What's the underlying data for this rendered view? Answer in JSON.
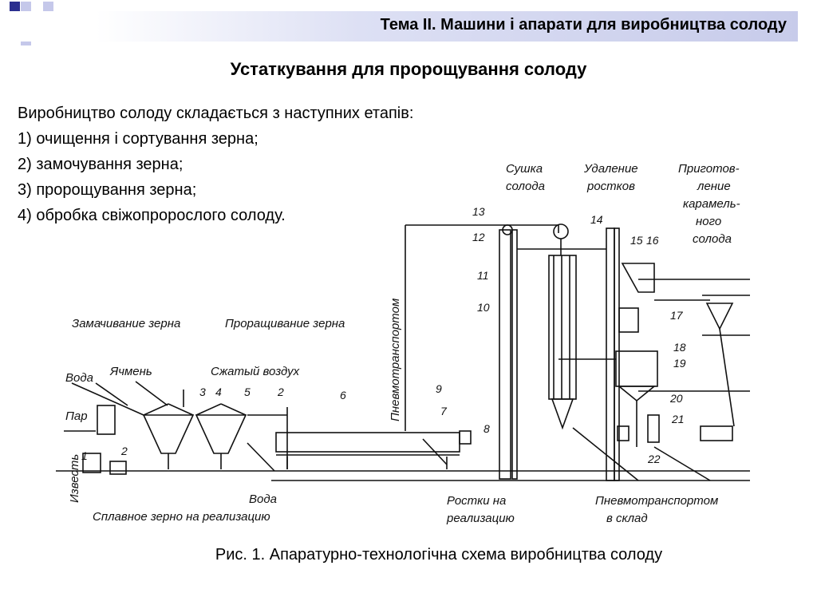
{
  "header": {
    "theme": "Тема II. Машини і апарати для виробництва солоду"
  },
  "title": "Устаткування для пророщування солоду",
  "intro": {
    "lead": "Виробництво солоду складається з наступних етапів:",
    "steps": [
      "1) очищення і сортування зерна;",
      "2) замочування зерна;",
      "3) пророщування зерна;",
      "4) обробка свіжопророслого солоду."
    ]
  },
  "diagram": {
    "labels": {
      "soaking": "Замачивание зерна",
      "germination": "Проращивание зерна",
      "water": "Вода",
      "barley": "Ячмень",
      "steam": "Пар",
      "compressed_air": "Сжатый воздух",
      "lime": "Известь",
      "float_grain": "Сплавное зерно на реализацию",
      "water_bottom": "Вода",
      "pneumo_vertical": "Пневмотранспортом",
      "drying_1": "Сушка",
      "drying_2": "солода",
      "removal_1": "Удаление",
      "removal_2": "ростков",
      "prep_1": "Приготов-",
      "prep_2": "ление",
      "prep_3": "карамель-",
      "prep_4": "ного",
      "prep_5": "солода",
      "sprouts_1": "Ростки на",
      "sprouts_2": "реализацию",
      "pneumo_1": "Пневмотранспортом",
      "pneumo_2": "в склад"
    },
    "numbers": [
      "1",
      "2",
      "3",
      "4",
      "5",
      "2",
      "6",
      "7",
      "8",
      "9",
      "10",
      "11",
      "12",
      "13",
      "14",
      "15",
      "16",
      "17",
      "18",
      "19",
      "20",
      "21",
      "22"
    ]
  },
  "caption": "Рис. 1. Апаратурно-технологічна схема виробництва солоду"
}
